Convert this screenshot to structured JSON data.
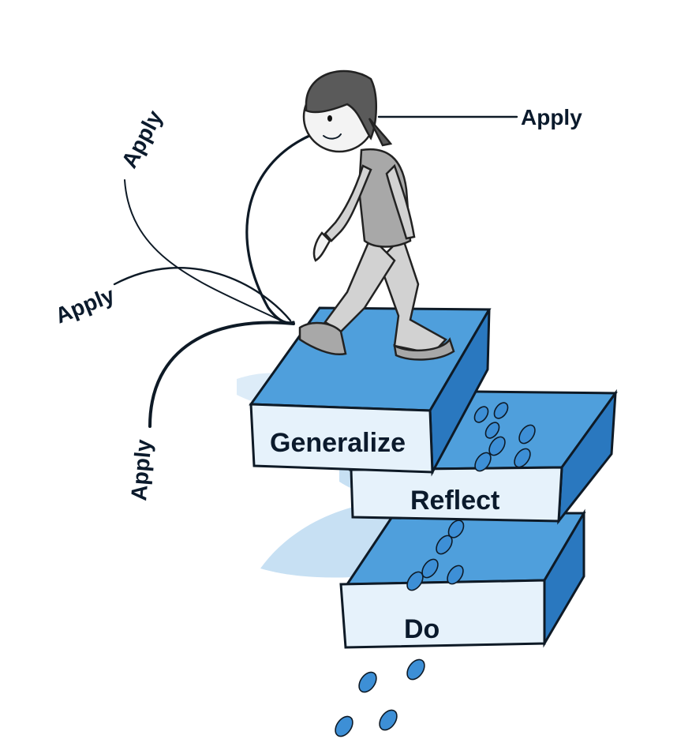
{
  "diagram": {
    "steps": {
      "do": "Do",
      "reflect": "Reflect",
      "generalize": "Generalize"
    },
    "apply_labels": [
      "Apply",
      "Apply",
      "Apply",
      "Apply"
    ],
    "colors": {
      "step_top": "#4f9fdc",
      "step_front": "#e6f2fb",
      "step_side": "#2a78bf",
      "footprint": "#3d8fd6",
      "ink": "#0e1a26",
      "figure": "#a8a8a8"
    }
  }
}
